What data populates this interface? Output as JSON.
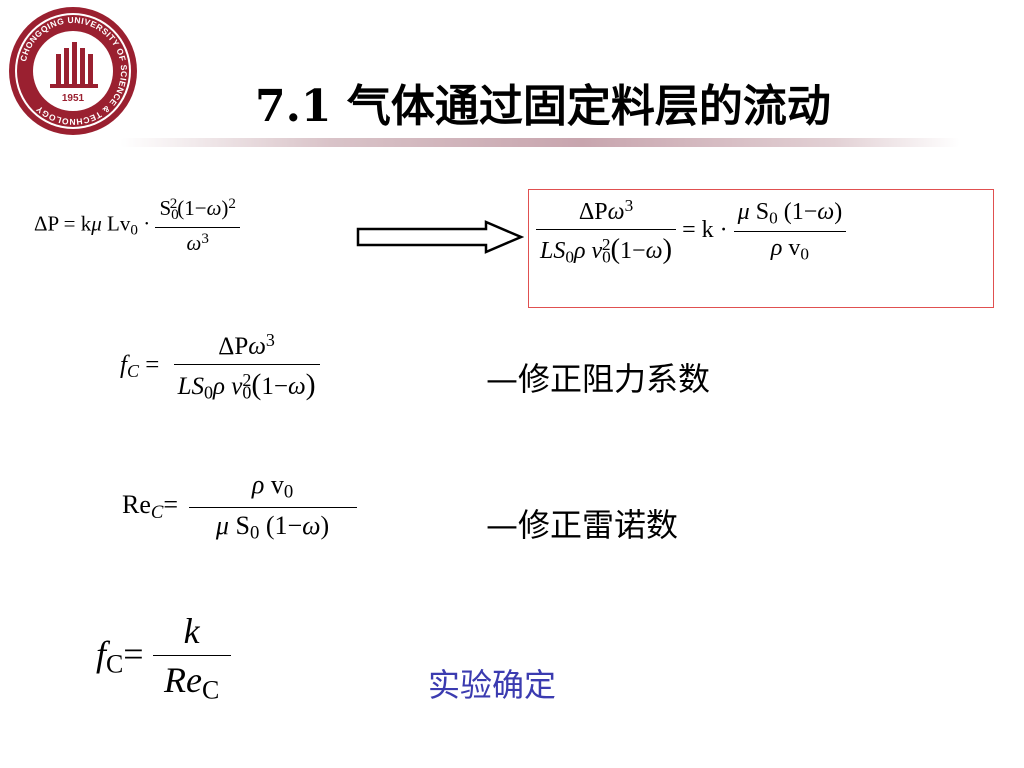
{
  "header": {
    "title": "7.1 气体通过固定料层的流动",
    "logo": {
      "icon": "university-seal-icon",
      "ring_text": "CHONGQING UNIVERSITY OF SCIENCE & TECHNOLOGY",
      "year": "1951",
      "color": "#9a2030"
    }
  },
  "notes": {
    "fc_label": "—修正阻力系数",
    "re_label": "—修正雷诺数",
    "experiment": "实验确定"
  },
  "colors": {
    "box_border": "#e05050",
    "experiment_text": "#3b3bb0"
  }
}
